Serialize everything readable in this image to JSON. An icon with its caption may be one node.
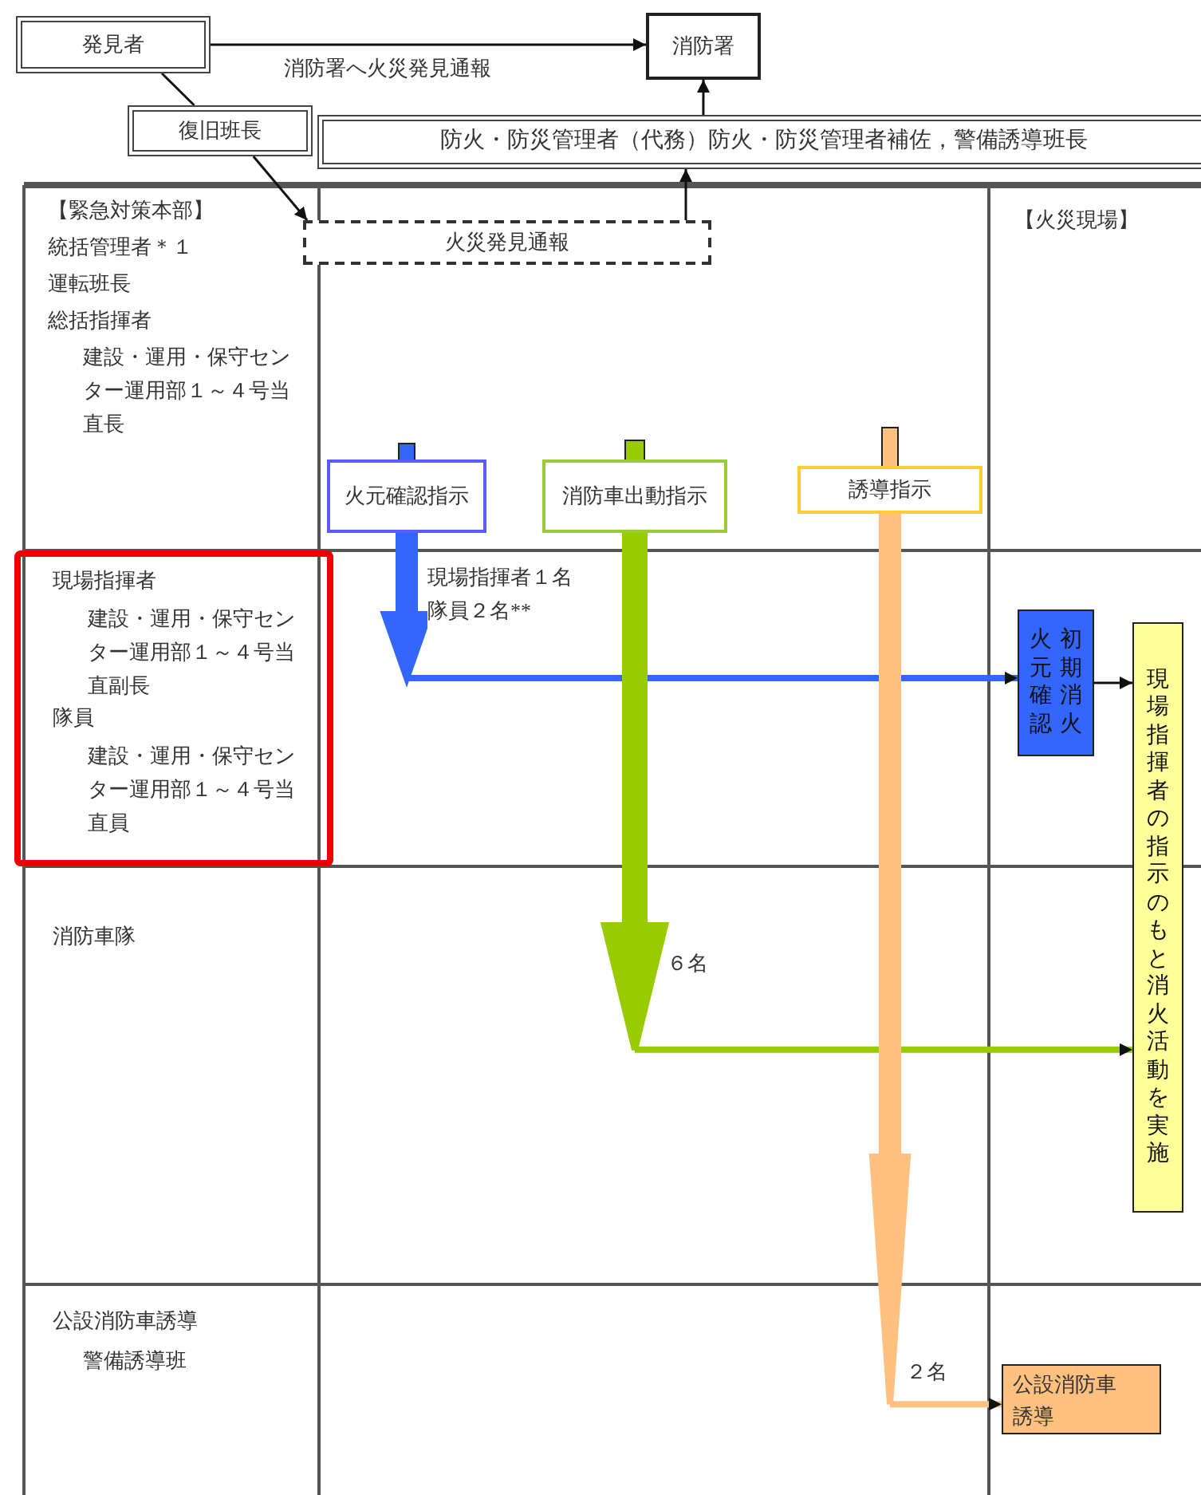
{
  "diagram": {
    "nodes": [
      {
        "text": [
          "発見者"
        ]
      },
      {
        "text": [
          "消防署"
        ]
      },
      {
        "text": [
          "復旧班長"
        ]
      },
      {
        "text": [
          "防火・防災管理者（代務）防火・防災管理者補佐，警備誘導班長"
        ]
      },
      {
        "text": [
          "火災発見通報"
        ]
      },
      {
        "text": [
          "火元確認指示"
        ]
      },
      {
        "text": [
          "消防車出動指示"
        ]
      },
      {
        "text": [
          "誘導指示"
        ]
      },
      {
        "text": [
          "火元確認",
          "初期消火"
        ]
      },
      {
        "text": [
          "現場指揮者の指示のもと消火活動を実施"
        ]
      },
      {
        "text": [
          "公設消防車誘導"
        ]
      }
    ],
    "edges": [
      {
        "from": 0,
        "to": 1,
        "arrow": "to",
        "label": "消防署へ火災発見通報"
      },
      {
        "from": 0,
        "to": 2,
        "arrow": "none"
      },
      {
        "from": 2,
        "to": 4,
        "arrow": "to"
      },
      {
        "from": 4,
        "to": 3,
        "arrow": "to"
      },
      {
        "from": 3,
        "to": 1,
        "arrow": "to"
      },
      {
        "from": 5,
        "to": 8,
        "arrow": "to",
        "style": "thick",
        "color": "#3366ff",
        "label": "現場指揮者１名隊員２名**"
      },
      {
        "from": 8,
        "to": 9,
        "arrow": "to"
      },
      {
        "from": 6,
        "to": 9,
        "arrow": "to",
        "style": "thick",
        "color": "#99cc00",
        "label": "６名"
      },
      {
        "from": 7,
        "to": 10,
        "arrow": "to",
        "style": "thick",
        "color": "#ffc080",
        "label": "２名"
      }
    ],
    "labels": [
      "【緊急対策本部】",
      "統括管理者＊１",
      "運転班長",
      "総括指揮者",
      "建設・運用・保守センター運用部１～４号当直長",
      "【火災現場】",
      "現場指揮者",
      "建設・運用・保守センター運用部１～４号当直副長",
      "隊員",
      "建設・運用・保守センター運用部１～４号当直員",
      "消防車隊",
      "公設消防車誘導",
      "警備誘導班"
    ]
  }
}
